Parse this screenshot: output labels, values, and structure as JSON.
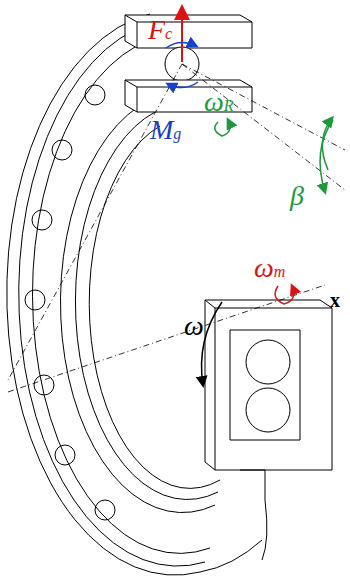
{
  "diagram": {
    "labels": [
      "Fc",
      "ωR",
      "Mg",
      "β",
      "ωm",
      "x",
      "ω"
    ]
  }
}
